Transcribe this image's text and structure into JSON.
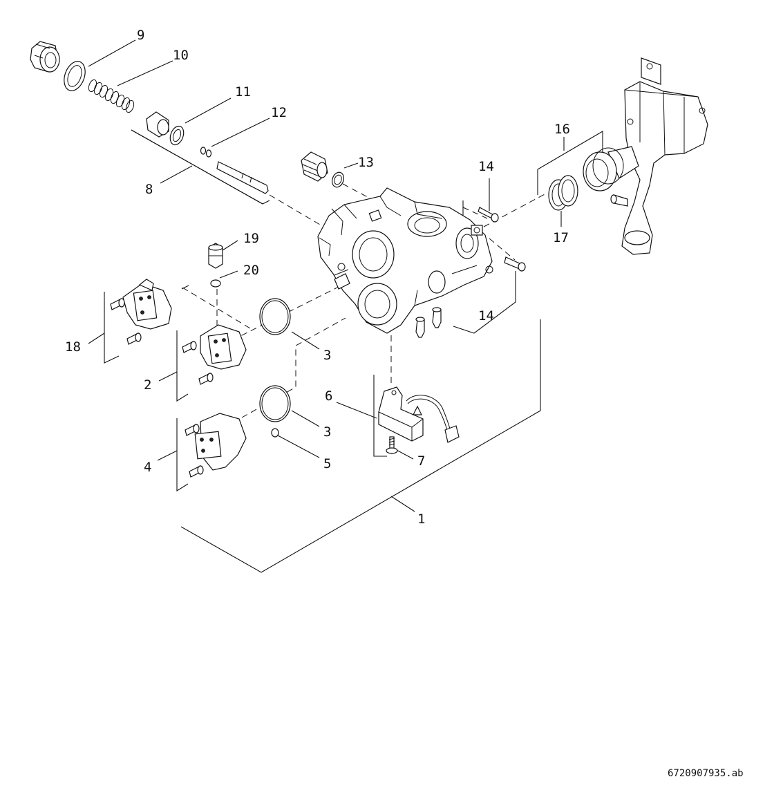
{
  "callouts": [
    "9",
    "10",
    "11",
    "12",
    "8",
    "13",
    "14",
    "16",
    "17",
    "19",
    "20",
    "18",
    "2",
    "3",
    "4",
    "5",
    "6",
    "7",
    "1"
  ],
  "labels": {
    "c9": "9",
    "c10": "10",
    "c11": "11",
    "c12": "12",
    "c8": "8",
    "c13": "13",
    "c14a": "14",
    "c14b": "14",
    "c16": "16",
    "c17": "17",
    "c19": "19",
    "c20": "20",
    "c18": "18",
    "c2": "2",
    "c3a": "3",
    "c3b": "3",
    "c4": "4",
    "c5": "5",
    "c6": "6",
    "c7": "7",
    "c1": "1"
  },
  "drawing_ref": "6720907935.ab"
}
